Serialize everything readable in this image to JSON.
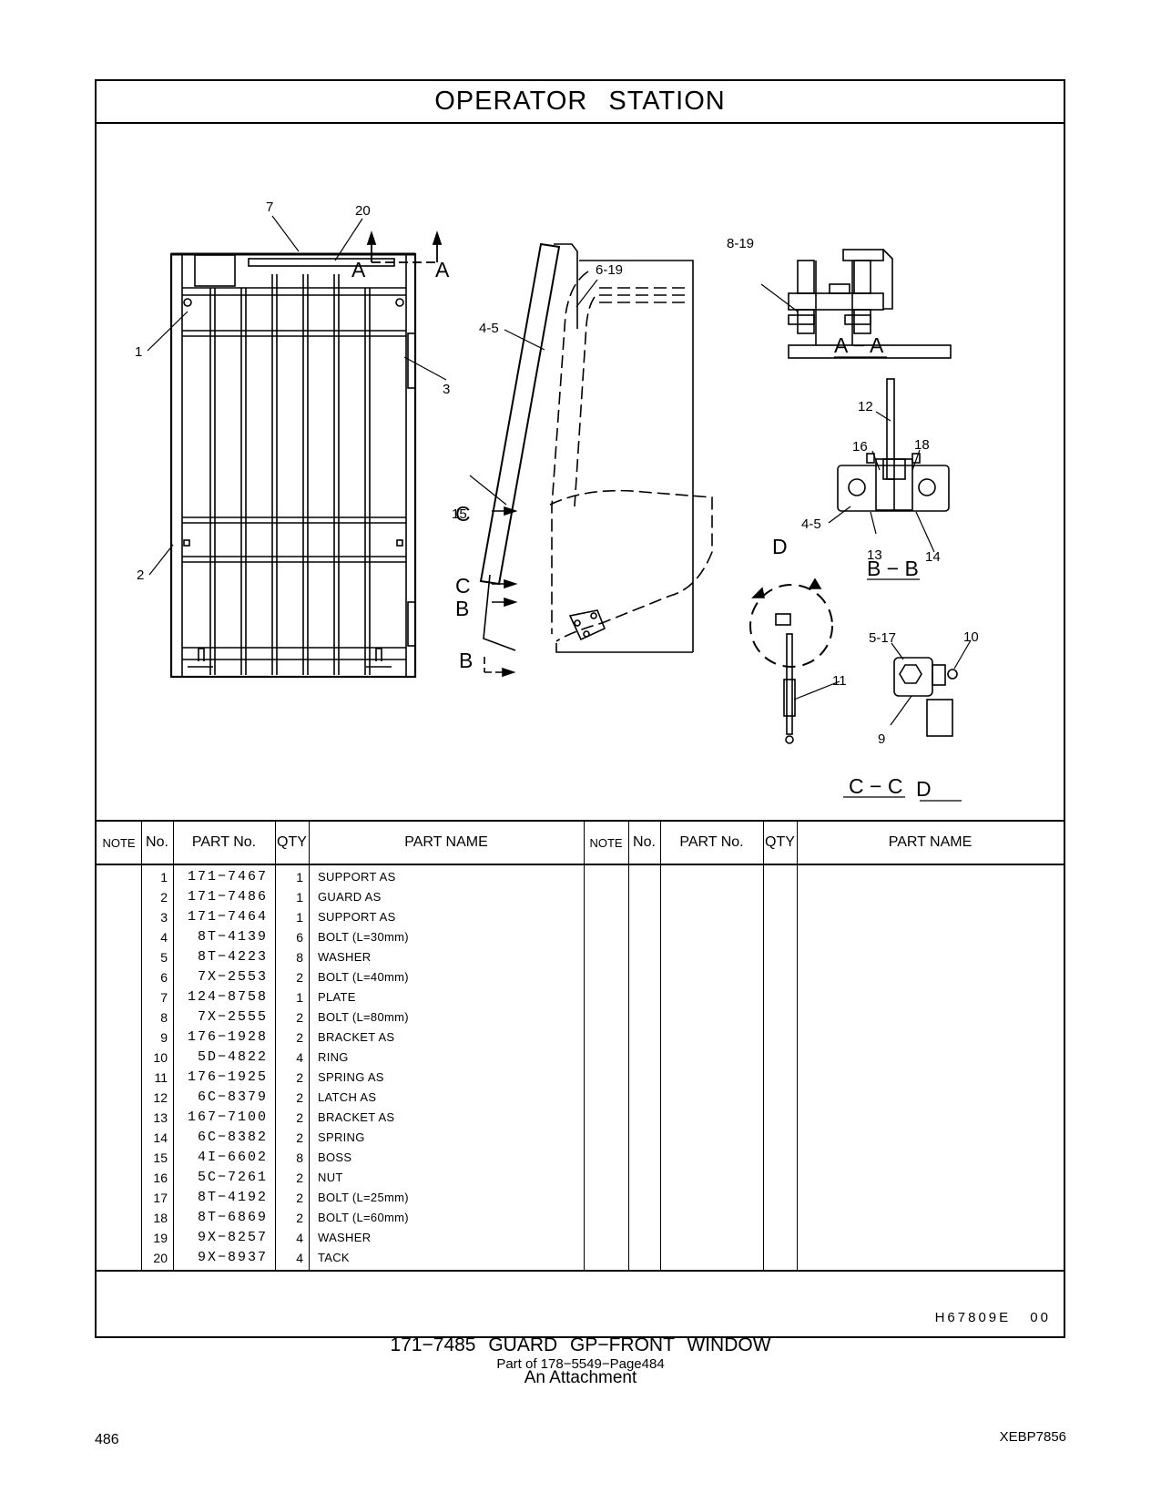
{
  "header": {
    "title": "OPERATOR  STATION"
  },
  "diagram": {
    "callouts": [
      "7",
      "20",
      "1",
      "2",
      "3",
      "4-5",
      "6-19",
      "15",
      "8-19",
      "12",
      "16",
      "18",
      "4-5",
      "13",
      "14",
      "5-17",
      "10",
      "11",
      "9"
    ],
    "section_markers": [
      "A",
      "A",
      "C",
      "C",
      "B",
      "B",
      "D"
    ],
    "view_labels": [
      "A − A",
      "B − B",
      "C − C",
      "D"
    ]
  },
  "table": {
    "headers": {
      "note": "NOTE",
      "no": "No.",
      "part_no": "PART No.",
      "qty": "QTY",
      "part_name": "PART NAME"
    },
    "rows": [
      {
        "no": "1",
        "part_no": "171−7467",
        "qty": "1",
        "name": "SUPPORT  AS"
      },
      {
        "no": "2",
        "part_no": "171−7486",
        "qty": "1",
        "name": "GUARD  AS"
      },
      {
        "no": "3",
        "part_no": "171−7464",
        "qty": "1",
        "name": "SUPPORT  AS"
      },
      {
        "no": "4",
        "part_no": "8T−4139",
        "qty": "6",
        "name": "BOLT (L=30mm)"
      },
      {
        "no": "5",
        "part_no": "8T−4223",
        "qty": "8",
        "name": "WASHER"
      },
      {
        "no": "6",
        "part_no": "7X−2553",
        "qty": "2",
        "name": "BOLT (L=40mm)"
      },
      {
        "no": "7",
        "part_no": "124−8758",
        "qty": "1",
        "name": "PLATE"
      },
      {
        "no": "8",
        "part_no": "7X−2555",
        "qty": "2",
        "name": "BOLT (L=80mm)"
      },
      {
        "no": "9",
        "part_no": "176−1928",
        "qty": "2",
        "name": "BRACKET  AS"
      },
      {
        "no": "10",
        "part_no": "5D−4822",
        "qty": "4",
        "name": "RING"
      },
      {
        "no": "11",
        "part_no": "176−1925",
        "qty": "2",
        "name": "SPRING  AS"
      },
      {
        "no": "12",
        "part_no": "6C−8379",
        "qty": "2",
        "name": "LATCH  AS"
      },
      {
        "no": "13",
        "part_no": "167−7100",
        "qty": "2",
        "name": "BRACKET  AS"
      },
      {
        "no": "14",
        "part_no": "6C−8382",
        "qty": "2",
        "name": "SPRING"
      },
      {
        "no": "15",
        "part_no": "4I−6602",
        "qty": "8",
        "name": "BOSS"
      },
      {
        "no": "16",
        "part_no": "5C−7261",
        "qty": "2",
        "name": "NUT"
      },
      {
        "no": "17",
        "part_no": "8T−4192",
        "qty": "2",
        "name": "BOLT (L=25mm)"
      },
      {
        "no": "18",
        "part_no": "8T−6869",
        "qty": "2",
        "name": "BOLT (L=60mm)"
      },
      {
        "no": "19",
        "part_no": "9X−8257",
        "qty": "4",
        "name": "WASHER"
      },
      {
        "no": "20",
        "part_no": "9X−8937",
        "qty": "4",
        "name": "TACK"
      }
    ]
  },
  "drawing_id": "H67809E   00",
  "caption": {
    "line1": "171−7485  GUARD  GP−FRONT  WINDOW",
    "line2": "Part of 178−5549−Page484",
    "line3": "An Attachment"
  },
  "page_number": "486",
  "doc_code": "XEBP7856"
}
